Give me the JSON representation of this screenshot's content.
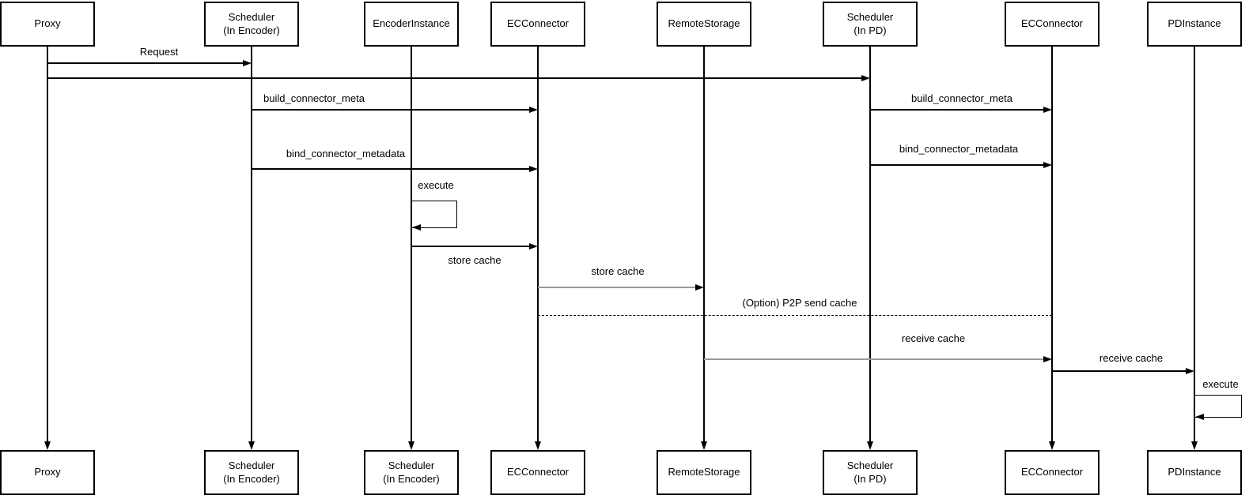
{
  "colors": {
    "background": "#ffffff",
    "line": "#000000",
    "gray_line": "#999999",
    "box_border": "#000000",
    "text": "#000000"
  },
  "actors": {
    "top": [
      {
        "label": "Proxy"
      },
      {
        "label": "Scheduler\n(In Encoder)"
      },
      {
        "label": "EncoderInstance"
      },
      {
        "label": "ECConnector"
      },
      {
        "label": "RemoteStorage"
      },
      {
        "label": "Scheduler\n(In PD)"
      },
      {
        "label": "ECConnector"
      },
      {
        "label": "PDInstance"
      }
    ],
    "bottom": [
      {
        "label": "Proxy"
      },
      {
        "label": "Scheduler\n(In Encoder)"
      },
      {
        "label": "Scheduler\n(In Encoder)"
      },
      {
        "label": "ECConnector"
      },
      {
        "label": "RemoteStorage"
      },
      {
        "label": "Scheduler\n(In PD)"
      },
      {
        "label": "ECConnector"
      },
      {
        "label": "PDInstance"
      }
    ]
  },
  "messages": {
    "request": {
      "label": "Request",
      "from": "Proxy",
      "to": "Scheduler (In Encoder)",
      "style": "solid"
    },
    "proxy_to_scheduler_pd": {
      "label": "",
      "from": "Proxy",
      "to": "Scheduler (In PD)",
      "style": "solid"
    },
    "build_connector_meta_encoder": {
      "label": "build_connector_meta",
      "from": "Scheduler (In Encoder)",
      "to": "ECConnector",
      "style": "solid"
    },
    "build_connector_meta_pd": {
      "label": "build_connector_meta",
      "from": "Scheduler (In PD)",
      "to": "ECConnector",
      "style": "solid"
    },
    "bind_connector_metadata_encoder": {
      "label": "bind_connector_metadata",
      "from": "Scheduler (In Encoder)",
      "to": "ECConnector",
      "style": "solid"
    },
    "bind_connector_metadata_pd": {
      "label": "bind_connector_metadata",
      "from": "Scheduler (In PD)",
      "to": "ECConnector",
      "style": "solid"
    },
    "execute_encoder": {
      "label": "execute",
      "from": "EncoderInstance",
      "to": "EncoderInstance",
      "style": "self-loop"
    },
    "store_cache_encoder": {
      "label": "store cache",
      "from": "EncoderInstance",
      "to": "ECConnector",
      "style": "solid"
    },
    "store_cache_remote": {
      "label": "store cache",
      "from": "ECConnector",
      "to": "RemoteStorage",
      "style": "solid-gray"
    },
    "p2p_send_cache": {
      "label": "(Option) P2P send cache",
      "from": "ECConnector",
      "to": "ECConnector (PD side)",
      "style": "dashed"
    },
    "receive_cache_ec": {
      "label": "receive cache",
      "from": "RemoteStorage",
      "to": "ECConnector (PD side)",
      "style": "solid-gray"
    },
    "receive_cache_pd": {
      "label": "receive cache",
      "from": "ECConnector (PD side)",
      "to": "PDInstance",
      "style": "solid"
    },
    "execute_pd": {
      "label": "execute",
      "from": "PDInstance",
      "to": "PDInstance",
      "style": "self-loop"
    }
  }
}
